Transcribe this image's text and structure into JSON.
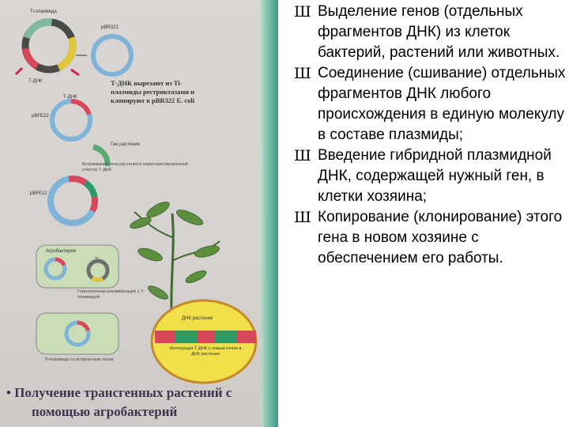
{
  "photo": {
    "labels": {
      "ti_plasmid": "Ti-плазмида",
      "pbr322": "pBR322",
      "t_dna": "Т-ДНК",
      "t_dna_2": "Т-ДНК",
      "pbr322_ecoli": "Т-ДНК вырезают из Ti-плазмиды рестриктазами и клонируют в pBR322 E. coli",
      "pbfe22": "pBFE22",
      "plant_gene": "Ген растения",
      "insertion": "Встраивание гена растения в нерестриктированный участок Т-ДНК",
      "pbfe22_2": "pBFE22",
      "agrobacterium": "Агробактерия",
      "ti": "Ti",
      "recombination": "Гомологичная рекомбинация с Т-плазмидой",
      "ti_plasmid_gene": "Ti-плазмида со встроенным геном",
      "plant_dna": "ДНК растения",
      "integration": "Интеграция Т-ДНК с новым геном в ДНК растения"
    },
    "caption_line1": "• Получение трансгенных растений с",
    "caption_line2": "помощью агробактерий"
  },
  "list": {
    "bullet_glyph": "Ш",
    "items": [
      "Выделение генов (отдельных фрагментов ДНК) из клеток бактерий, растений или животных.",
      "Соединение (сшивание) отдельных фрагментов ДНК любого происхождения в единую молекулу в составе плазмиды;",
      "Введение гибридной плазмидной ДНК, содержащей нужный ген, в клетки хозяина;",
      "Копирование (клонирование) этого гена в новом хозяине с обеспечением его работы."
    ]
  }
}
